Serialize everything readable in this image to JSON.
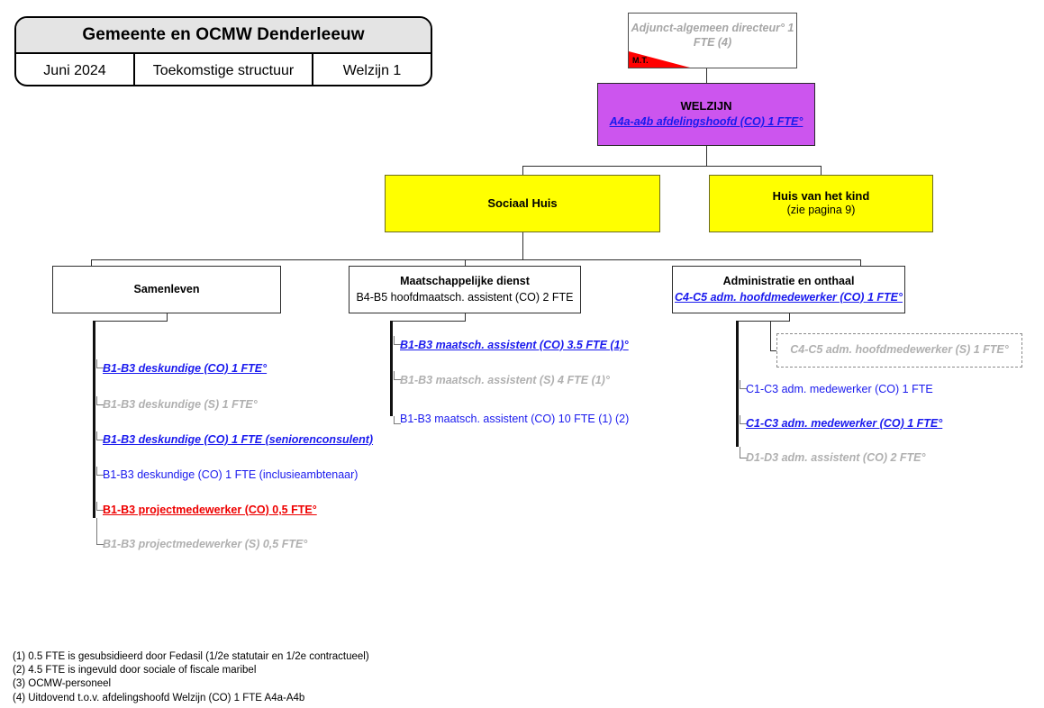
{
  "title_card": {
    "heading": "Gemeente en OCMW Denderleeuw",
    "date": "Juni 2024",
    "structure": "Toekomstige structuur",
    "section": "Welzijn 1"
  },
  "colors": {
    "welzijn_fill": "#CC55EE",
    "yellow_fill": "#FFFF00",
    "blue_text": "#1A1AEE",
    "gray_text": "#B0B0B0",
    "red_text": "#EE0000",
    "mt_flag": "#FF0000",
    "title_header_fill": "#E4E4E4"
  },
  "director": {
    "label": "Adjunct-algemeen directeur° 1 FTE (4)",
    "flag_label": "M.T."
  },
  "welzijn": {
    "title": "WELZIJN",
    "subtitle": "A4a-a4b afdelingshoofd (CO) 1 FTE°"
  },
  "yellow_boxes": [
    {
      "title": "Sociaal Huis",
      "subtitle": ""
    },
    {
      "title": "Huis van het kind",
      "subtitle": "(zie pagina 9)"
    }
  ],
  "units": [
    {
      "title": "Samenleven",
      "subtitle": "",
      "leaves": [
        {
          "text": "B1-B3 deskundige (CO) 1 FTE°",
          "style": "s-blue-ul"
        },
        {
          "text": "B1-B3 deskundige (S) 1 FTE°",
          "style": "s-gray"
        },
        {
          "text": "B1-B3 deskundige (CO) 1 FTE (seniorenconsulent)",
          "style": "s-blue-ul"
        },
        {
          "text": "B1-B3 deskundige (CO) 1 FTE (inclusieambtenaar)",
          "style": "s-blue"
        },
        {
          "text": "B1-B3 projectmedewerker (CO) 0,5 FTE°",
          "style": "s-red-ul"
        },
        {
          "text": "B1-B3 projectmedewerker (S) 0,5 FTE°",
          "style": "s-gray"
        }
      ]
    },
    {
      "title": "Maatschappelijke dienst",
      "subtitle": "B4-B5 hoofdmaatsch. assistent (CO) 2 FTE",
      "leaves": [
        {
          "text": "B1-B3 maatsch. assistent (CO) 3.5 FTE (1)°",
          "style": "s-blue-ul"
        },
        {
          "text": "B1-B3 maatsch. assistent (S) 4 FTE (1)°",
          "style": "s-gray"
        },
        {
          "text": "B1-B3 maatsch. assistent (CO) 10 FTE (1) (2)",
          "style": "s-blue"
        }
      ]
    },
    {
      "title": "Administratie en onthaal",
      "subtitle": "C4-C5 adm. hoofdmedewerker (CO) 1 FTE°",
      "ghost_box": "C4-C5 adm. hoofdmedewerker (S) 1 FTE°",
      "leaves": [
        {
          "text": "C1-C3 adm. medewerker (CO) 1 FTE",
          "style": "s-blue"
        },
        {
          "text": "C1-C3 adm. medewerker (CO) 1 FTE°",
          "style": "s-blue-ul"
        },
        {
          "text": "D1-D3 adm. assistent (CO) 2 FTE°",
          "style": "s-gray"
        }
      ]
    }
  ],
  "footnotes": [
    "(1) 0.5 FTE is gesubsidieerd door Fedasil (1/2e statutair en 1/2e contractueel)",
    "(2) 4.5 FTE is ingevuld door sociale of fiscale maribel",
    "(3) OCMW-personeel",
    "(4) Uitdovend t.o.v. afdelingshoofd Welzijn (CO) 1 FTE A4a-A4b"
  ]
}
